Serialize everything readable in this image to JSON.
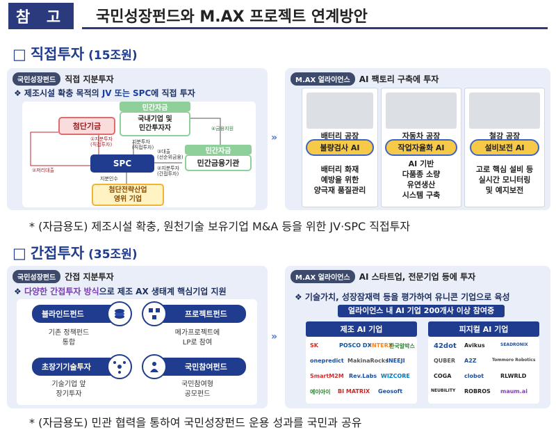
{
  "header": {
    "tag": "참 고",
    "title": "국민성장펀드와 M.AX 프로젝트 연계방안"
  },
  "direct": {
    "box": "□",
    "title": "직접투자",
    "amount": "(15조원)",
    "left": {
      "label": "국민성장펀드",
      "heading": "직접 지분투자",
      "sub_prefix": "❖ 제조시설 확충 목적의 ",
      "sub_hl": "JV 또는 SPC",
      "sub_suffix": "에 직접 투자",
      "private_capital": "민간자금",
      "domestic": "국내기업 및\n민간투자자",
      "advanced_fund": "첨단기금",
      "spc": "SPC",
      "private_capital2": "민간자금",
      "private_finance": "민간금융기관",
      "industry": "첨단전략산업\n영위 기업",
      "t_equity_pref": "①지분투자\n(직접투자)",
      "t_equity": "지분투자\n(직접투자)",
      "t_lowloan": "②저리대출",
      "t_finance": "④금융지원",
      "t_loan": "③대출\n(선순위금융)",
      "t_equity2": "②지분투자\n(간접투자)",
      "t_acquire": "지분인수"
    },
    "right": {
      "label": "M.AX 얼라이언스",
      "heading": "AI 팩토리 구축에 투자",
      "cards": [
        {
          "cap": "배터리 공장",
          "pill": "불량검사 AI",
          "text": "배터리 화재\n예방을 위한\n양극재 품질관리"
        },
        {
          "cap": "자동차 공장",
          "pill": "작업자율화 AI",
          "text": "AI 기반\n다품종 소량\n유연생산\n시스템 구축"
        },
        {
          "cap": "철강 공장",
          "pill": "설비보전 AI",
          "text": "고로 핵심 설비 등\n실시간 모니터링\n및 예지보전"
        }
      ]
    },
    "note": "* (자금용도) 제조시설 확충, 원천기술 보유기업 M&A 등을 위한 JV·SPC 직접투자"
  },
  "indirect": {
    "box": "□",
    "title": "간접투자",
    "amount": "(35조원)",
    "left": {
      "label": "국민성장펀드",
      "heading": "간접 지분투자",
      "sub_prefix": "❖ ",
      "sub_hl": "다양한 간접투자 방식",
      "sub_suffix": "으로 제조 AX 생태계 핵심기업 지원",
      "funds": [
        {
          "name": "블라인드펀드",
          "desc": "기존 정책펀드\n통합"
        },
        {
          "name": "프로젝트펀드",
          "desc": "메가프로젝트에\nLP로 참여"
        },
        {
          "name": "초장기기술투자",
          "desc": "기술기업 앞\n장기투자"
        },
        {
          "name": "국민참여펀드",
          "desc": "국민참여형\n공모펀드"
        }
      ]
    },
    "right": {
      "label": "M.AX 얼라이언스",
      "heading": "AI 스타트업, 전문기업 등에 투자",
      "sub": "❖ 기술가치, 성장잠재력 등을 평가하여 유니콘 기업으로 육성",
      "banner": "얼라이언스 내 AI 기업 200개사 이상 참여중",
      "col1": "제조 AI 기업",
      "col2": "피지컬 AI 기업",
      "logos1": [
        "SK",
        "POSCO DX",
        "INTERX",
        "한국알박스",
        "onepredict",
        "MakinaRocks",
        "INEEJI",
        "SmartM2M",
        "Rev.Labs",
        "WIZCORE",
        "에이아이",
        "BI MATRIX",
        "Geosoft"
      ],
      "logos2": [
        "42dot",
        "Avikus",
        "SEADRONIX",
        "QUBER",
        "A2Z",
        "Tommoro Robotics",
        "COGA",
        "clobot",
        "RLWRLD",
        "NEUBILITY",
        "ROBROS",
        "maum.ai"
      ]
    },
    "note": "* (자금용도) 민관 협력을 통하여 국민성장펀드 운용 성과를 국민과 공유"
  }
}
